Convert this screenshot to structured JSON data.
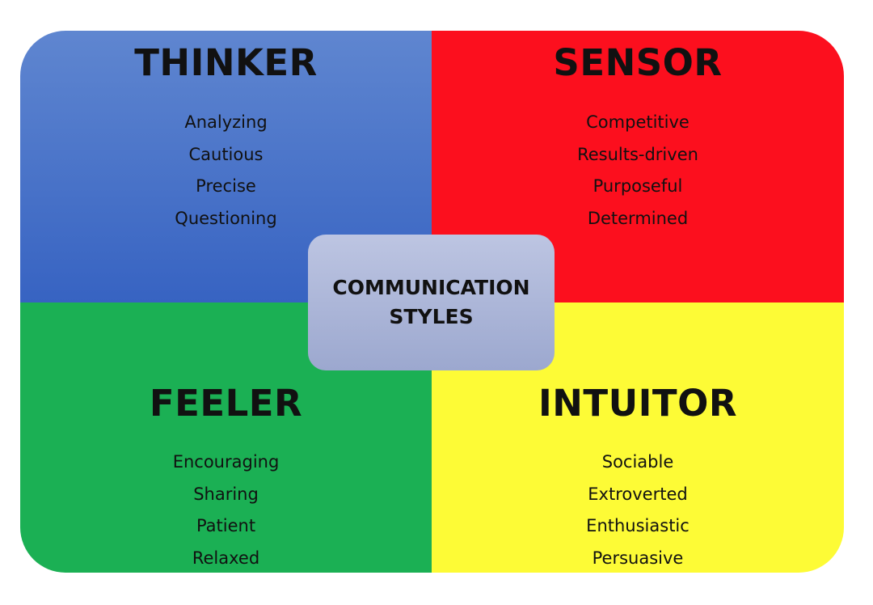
{
  "colors": {
    "thinker": "#3d6ec6",
    "sensor": "#fc0f1e",
    "feeler": "#1bb054",
    "intuitor": "#fdfb36",
    "center": "#aab4d8"
  },
  "center": {
    "line1": "COMMUNICATION",
    "line2": "STYLES"
  },
  "quadrants": [
    {
      "id": "thinker",
      "title": "THINKER",
      "traits": [
        "Analyzing",
        "Cautious",
        "Precise",
        "Questioning"
      ]
    },
    {
      "id": "sensor",
      "title": "SENSOR",
      "traits": [
        "Competitive",
        "Results-driven",
        "Purposeful",
        "Determined"
      ]
    },
    {
      "id": "feeler",
      "title": "FEELER",
      "traits": [
        "Encouraging",
        "Sharing",
        "Patient",
        "Relaxed"
      ]
    },
    {
      "id": "intuitor",
      "title": "INTUITOR",
      "traits": [
        "Sociable",
        "Extroverted",
        "Enthusiastic",
        "Persuasive"
      ]
    }
  ]
}
